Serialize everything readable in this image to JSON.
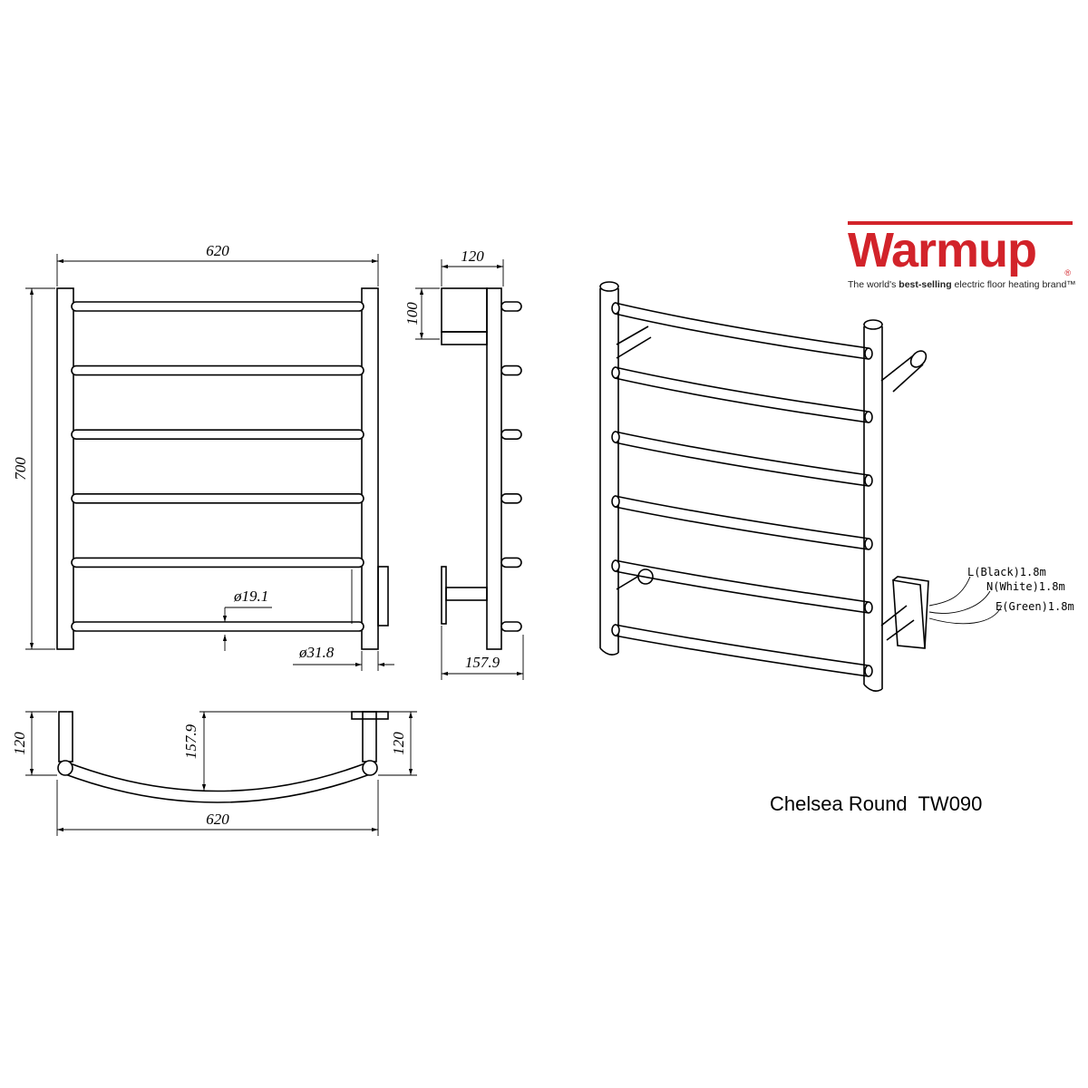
{
  "brand": {
    "logo_text": "Warmup",
    "registered_mark": "®",
    "tagline_pre": "The world's ",
    "tagline_bold": "best-selling",
    "tagline_post": " electric floor heating brand™",
    "color": "#d2232a"
  },
  "product_title": "Chelsea Round  TW090",
  "front_view": {
    "width": "620",
    "height": "700",
    "rail_diameter": "ø19.1",
    "post_diameter": "ø31.8",
    "rail_count": 6
  },
  "side_view": {
    "depth": "120",
    "bracket_height": "100",
    "total_depth": "157.9"
  },
  "top_view": {
    "left_depth": "120",
    "right_depth": "120",
    "curve_depth": "157.9",
    "width": "620"
  },
  "wiring": {
    "live": "L(Black)1.8m",
    "neutral": "N(White)1.8m",
    "earth": "E(Green)1.8m"
  }
}
